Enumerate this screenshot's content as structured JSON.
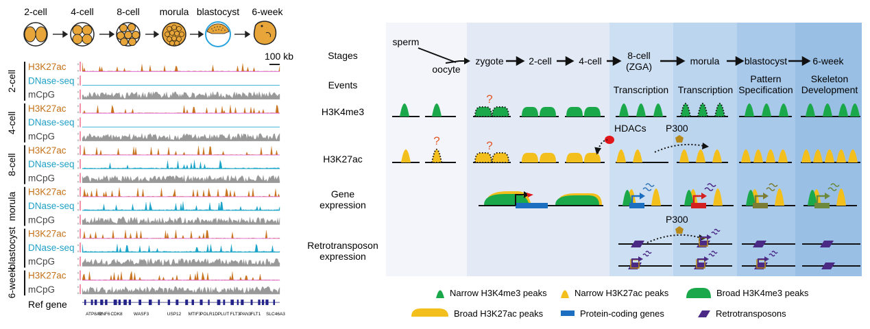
{
  "stages_top": [
    "2-cell",
    "4-cell",
    "8-cell",
    "morula",
    "blastocyst",
    "6-week"
  ],
  "scale_bar": "100 kb",
  "track_groups": [
    {
      "stage": "2-cell",
      "tracks": [
        "H3K27ac",
        "DNase-seq",
        "mCpG"
      ]
    },
    {
      "stage": "4-cell",
      "tracks": [
        "H3K27ac",
        "DNase-seq",
        "mCpG"
      ]
    },
    {
      "stage": "8-cell",
      "tracks": [
        "H3K27ac",
        "DNase-seq",
        "mCpG"
      ]
    },
    {
      "stage": "morula",
      "tracks": [
        "H3K27ac",
        "DNase-seq",
        "mCpG"
      ]
    },
    {
      "stage": "blastocyst",
      "tracks": [
        "H3K27ac",
        "DNase-seq",
        "mCpG"
      ]
    },
    {
      "stage": "6-week",
      "tracks": [
        "H3K27ac",
        "mCpG"
      ]
    }
  ],
  "ref_gene_label": "Ref gene",
  "genes": [
    "ATP8A2",
    "RNF6",
    "CDK8",
    "WASF3",
    "USP12",
    "MTIF3",
    "POLR1D",
    "PLUT",
    "FLT3",
    "PAN3",
    "FLT1",
    "SLC46A3"
  ],
  "row_labels": {
    "stages": "Stages",
    "events": "Events",
    "h3k4me3": "H3K4me3",
    "h3k27ac": "H3K27ac",
    "gene_expression": [
      "Gene",
      "expression"
    ],
    "retro_expression": [
      "Retrotransposon",
      "expression"
    ]
  },
  "diagram_stages": {
    "sperm": "sperm",
    "oocyte": "oocyte",
    "zygote": "zygote",
    "two_cell": "2-cell",
    "four_cell": "4-cell",
    "eight_cell": [
      "8-cell",
      "(ZGA)"
    ],
    "morula": "morula",
    "blastocyst": "blastocyst",
    "six_week": "6-week"
  },
  "events": {
    "eight_cell": "Transcription",
    "morula": "Transcription",
    "blastocyst": [
      "Pattern",
      "Specification"
    ],
    "six_week": [
      "Skeleton",
      "Development"
    ]
  },
  "annotations": {
    "question": "?",
    "hdacs": "HDACs",
    "p300_top": "P300",
    "p300_bottom": "P300"
  },
  "legend": [
    {
      "key": "narrow_k4",
      "label": "Narrow H3K4me3 peaks"
    },
    {
      "key": "narrow_k27",
      "label": "Narrow H3K27ac peaks"
    },
    {
      "key": "broad_k4",
      "label": "Broad H3K4me3 peaks"
    },
    {
      "key": "broad_k27",
      "label": "Broad H3K27ac peaks"
    },
    {
      "key": "coding",
      "label": "Protein-coding genes"
    },
    {
      "key": "retro",
      "label": "Retrotransposons"
    }
  ],
  "colors": {
    "h3k27ac_track": "#c8741e",
    "dnase_track": "#1aa3c8",
    "mcpg_track": "#999999",
    "stage_label_h3k27ac": "#c47016",
    "stage_label_dnase": "#1fa0c6",
    "green_peak": "#1aa84a",
    "yellow_peak": "#f3bf1c",
    "blue_gene": "#1c6fc0",
    "retro": "#4b2a86",
    "question": "#e2592a",
    "hdacs": "#e1151a",
    "p300": "#b88a1a",
    "embryo_fill": "#e8a63a",
    "panel_bg": [
      "#f3f5fb",
      "#dde6f4",
      "#c9dbf0",
      "#b5d0ec",
      "#9fc2e6"
    ]
  }
}
